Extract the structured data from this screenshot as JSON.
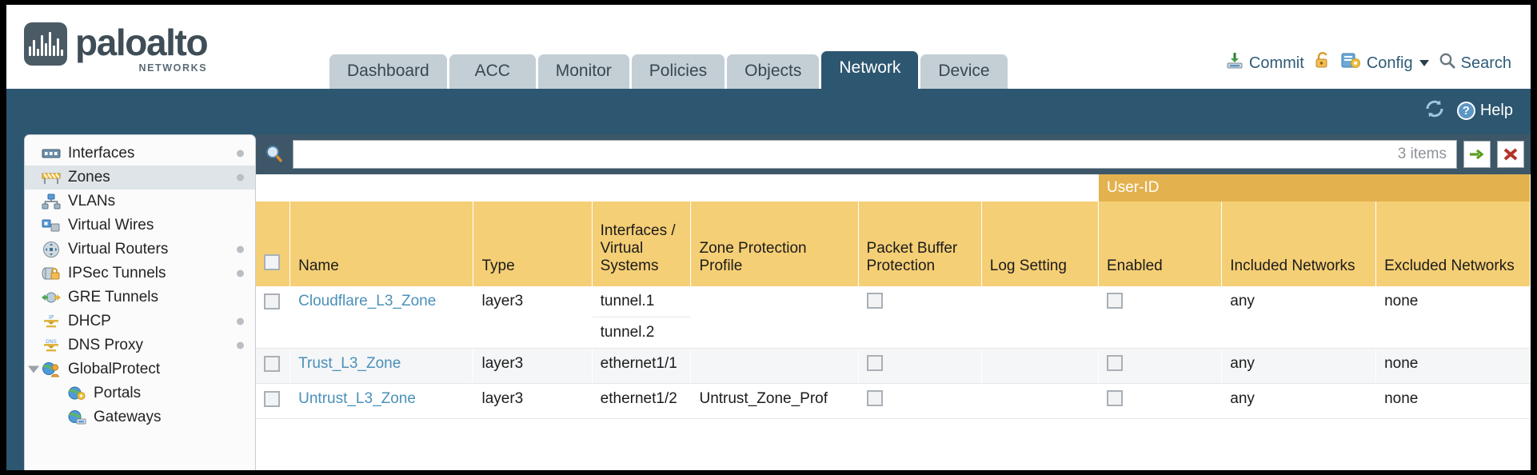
{
  "brand": {
    "name": "paloalto",
    "tagline": "NETWORKS",
    "registered": "®"
  },
  "tabs": [
    {
      "label": "Dashboard",
      "active": false
    },
    {
      "label": "ACC",
      "active": false
    },
    {
      "label": "Monitor",
      "active": false
    },
    {
      "label": "Policies",
      "active": false
    },
    {
      "label": "Objects",
      "active": false
    },
    {
      "label": "Network",
      "active": true
    },
    {
      "label": "Device",
      "active": false
    }
  ],
  "header_actions": {
    "commit": "Commit",
    "config": "Config",
    "search": "Search"
  },
  "band": {
    "help": "Help"
  },
  "sidebar": {
    "items": [
      {
        "label": "Interfaces",
        "icon": "interfaces-icon",
        "selected": false,
        "dot": true,
        "child": false,
        "expander": false
      },
      {
        "label": "Zones",
        "icon": "zones-icon",
        "selected": true,
        "dot": true,
        "child": false,
        "expander": false
      },
      {
        "label": "VLANs",
        "icon": "vlans-icon",
        "selected": false,
        "dot": false,
        "child": false,
        "expander": false
      },
      {
        "label": "Virtual Wires",
        "icon": "virtual-wires-icon",
        "selected": false,
        "dot": false,
        "child": false,
        "expander": false
      },
      {
        "label": "Virtual Routers",
        "icon": "virtual-routers-icon",
        "selected": false,
        "dot": true,
        "child": false,
        "expander": false
      },
      {
        "label": "IPSec Tunnels",
        "icon": "ipsec-tunnels-icon",
        "selected": false,
        "dot": true,
        "child": false,
        "expander": false
      },
      {
        "label": "GRE Tunnels",
        "icon": "gre-tunnels-icon",
        "selected": false,
        "dot": false,
        "child": false,
        "expander": false
      },
      {
        "label": "DHCP",
        "icon": "dhcp-icon",
        "selected": false,
        "dot": true,
        "child": false,
        "expander": false
      },
      {
        "label": "DNS Proxy",
        "icon": "dns-proxy-icon",
        "selected": false,
        "dot": true,
        "child": false,
        "expander": false
      },
      {
        "label": "GlobalProtect",
        "icon": "globalprotect-icon",
        "selected": false,
        "dot": false,
        "child": false,
        "expander": true
      },
      {
        "label": "Portals",
        "icon": "portals-icon",
        "selected": false,
        "dot": false,
        "child": true,
        "expander": false
      },
      {
        "label": "Gateways",
        "icon": "gateways-icon",
        "selected": false,
        "dot": false,
        "child": true,
        "expander": false
      }
    ]
  },
  "search": {
    "value": "",
    "item_count": "3 items"
  },
  "table": {
    "group_header": "User-ID",
    "columns": {
      "name": "Name",
      "type": "Type",
      "interfaces": "Interfaces / Virtual Systems",
      "zone_protection": "Zone Protection Profile",
      "packet_buffer": "Packet Buffer Protection",
      "log_setting": "Log Setting",
      "enabled": "Enabled",
      "included_networks": "Included Networks",
      "excluded_networks": "Excluded Networks"
    },
    "rows": [
      {
        "name": "Cloudflare_L3_Zone",
        "type": "layer3",
        "interfaces": [
          "tunnel.1",
          "tunnel.2"
        ],
        "zone_protection": "",
        "packet_buffer_checked": false,
        "log_setting": "",
        "userid_enabled_checked": false,
        "included_networks": "any",
        "excluded_networks": "none"
      },
      {
        "name": "Trust_L3_Zone",
        "type": "layer3",
        "interfaces": [
          "ethernet1/1"
        ],
        "zone_protection": "",
        "packet_buffer_checked": false,
        "log_setting": "",
        "userid_enabled_checked": false,
        "included_networks": "any",
        "excluded_networks": "none"
      },
      {
        "name": "Untrust_L3_Zone",
        "type": "layer3",
        "interfaces": [
          "ethernet1/2"
        ],
        "zone_protection": "Untrust_Zone_Prof",
        "packet_buffer_checked": false,
        "log_setting": "",
        "userid_enabled_checked": false,
        "included_networks": "any",
        "excluded_networks": "none"
      }
    ]
  },
  "colors": {
    "brand_dark": "#2d5670",
    "tab_inactive": "#c3cfd4",
    "header_amber": "#f5cf75",
    "group_amber": "#e3b24e",
    "link_blue": "#4a90b9"
  }
}
